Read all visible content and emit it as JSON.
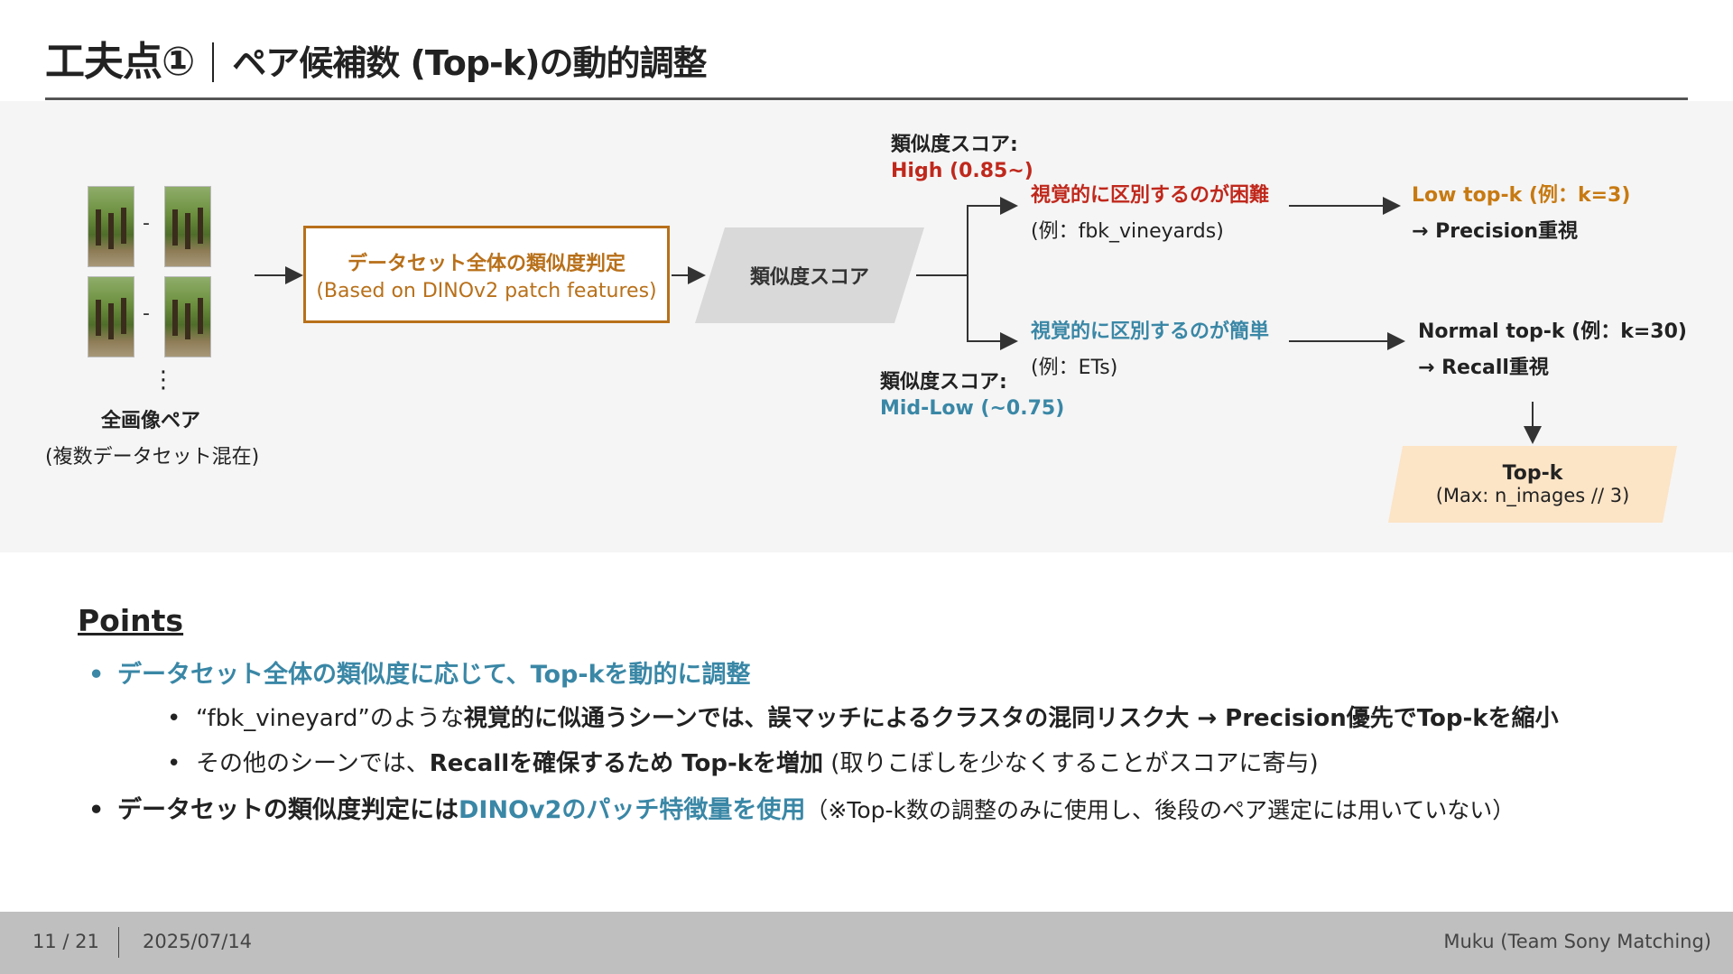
{
  "header": {
    "title_main": "工夫点①",
    "title_sub": "ペア候補数 (Top-k)の動的調整"
  },
  "diagram": {
    "pairs_dash": "-",
    "pairs_ellipsis": "⋮",
    "pairs_label": "全画像ペア",
    "pairs_sublabel": "(複数データセット混在)",
    "eval_box_line1": "データセット全体の類似度判定",
    "eval_box_line2": "(Based on DINOv2 patch features)",
    "score_shape_label": "類似度スコア",
    "high_score_label": "類似度スコア:",
    "high_score_value": "High (0.85~)",
    "low_score_label": "類似度スコア:",
    "low_score_value": "Mid-Low (~0.75)",
    "hard_label": "視覚的に区別するのが困難",
    "hard_example": "(例：fbk_vineyards)",
    "easy_label": "視覚的に区別するのが簡単",
    "easy_example": "(例：ETs)",
    "low_topk": "Low top-k (例：k=3)",
    "low_topk_note": "→ Precision重視",
    "normal_topk": "Normal top-k (例：k=30)",
    "normal_topk_note": "→ Recall重視",
    "topk_box_title": "Top-k",
    "topk_box_sub": "(Max: n_images // 3)"
  },
  "points": {
    "heading": "Points",
    "bullet_dot": "•",
    "p1": "データセット全体の類似度に応じて、Top-kを動的に調整",
    "p1a_pre": "“fbk_vineyard”のような",
    "p1a_bold": "視覚的に似通うシーンでは、誤マッチによるクラスタの混同リスク大 → Precision優先でTop-kを縮小",
    "p1b_pre": "その他のシーンでは、",
    "p1b_bold": "Recallを確保するため Top-kを増加",
    "p1b_post": " (取りこぼしを少なくすることがスコアに寄与)",
    "p2_bold": "データセットの類似度判定には",
    "p2_blue": "DINOv2のパッチ特徴量を使用",
    "p2_post": "（※Top-k数の調整のみに使用し、後段のペア選定には用いていない）"
  },
  "footer": {
    "page": "11 / 21",
    "date": "2025/07/14",
    "author": "Muku (Team Sony Matching)"
  },
  "colors": {
    "accent_blue": "#3a87a6",
    "accent_red": "#c0281c",
    "accent_orange": "#c77a12",
    "box_border": "#b8701a",
    "topk_fill": "#fce4c6"
  }
}
